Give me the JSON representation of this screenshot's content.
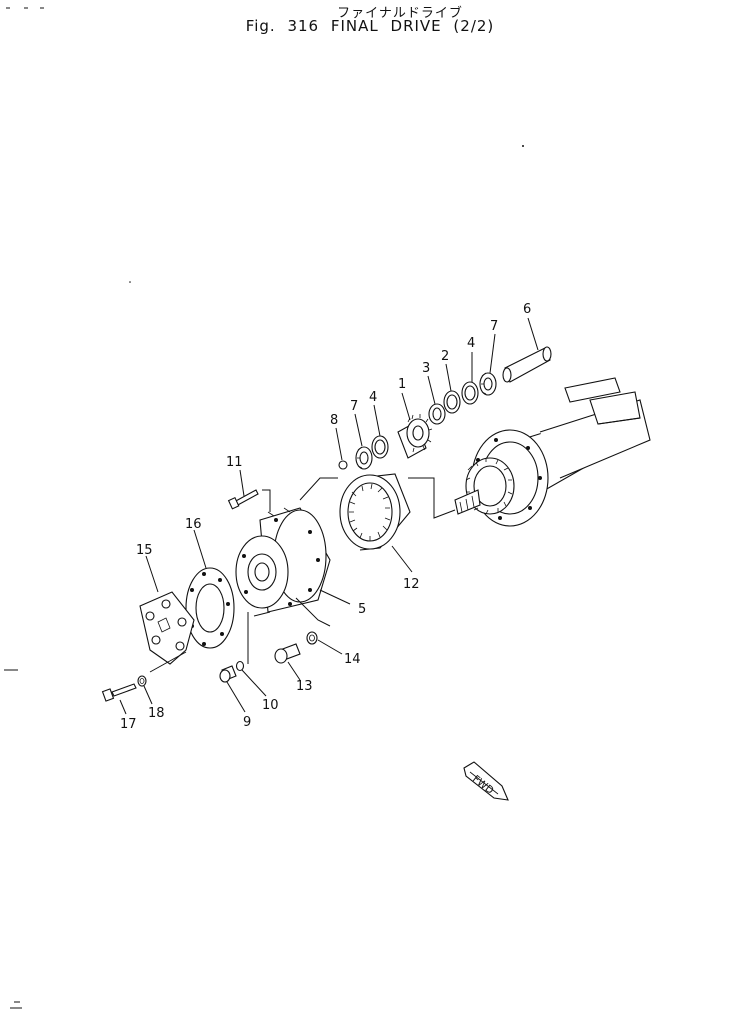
{
  "title": {
    "japanese": "ファイナルドライブ",
    "english": "Fig. 316   FINAL DRIVE  (2/2)"
  },
  "callouts": [
    {
      "id": "1",
      "label": "1"
    },
    {
      "id": "2",
      "label": "2"
    },
    {
      "id": "3",
      "label": "3"
    },
    {
      "id": "4a",
      "label": "4"
    },
    {
      "id": "4b",
      "label": "4"
    },
    {
      "id": "5",
      "label": "5"
    },
    {
      "id": "6",
      "label": "6"
    },
    {
      "id": "7a",
      "label": "7"
    },
    {
      "id": "7b",
      "label": "7"
    },
    {
      "id": "8",
      "label": "8"
    },
    {
      "id": "9",
      "label": "9"
    },
    {
      "id": "10",
      "label": "10"
    },
    {
      "id": "11",
      "label": "11"
    },
    {
      "id": "12",
      "label": "12"
    },
    {
      "id": "13",
      "label": "13"
    },
    {
      "id": "14",
      "label": "14"
    },
    {
      "id": "15",
      "label": "15"
    },
    {
      "id": "16",
      "label": "16"
    },
    {
      "id": "17",
      "label": "17"
    },
    {
      "id": "18",
      "label": "18"
    }
  ],
  "fwd_label": "FWD"
}
